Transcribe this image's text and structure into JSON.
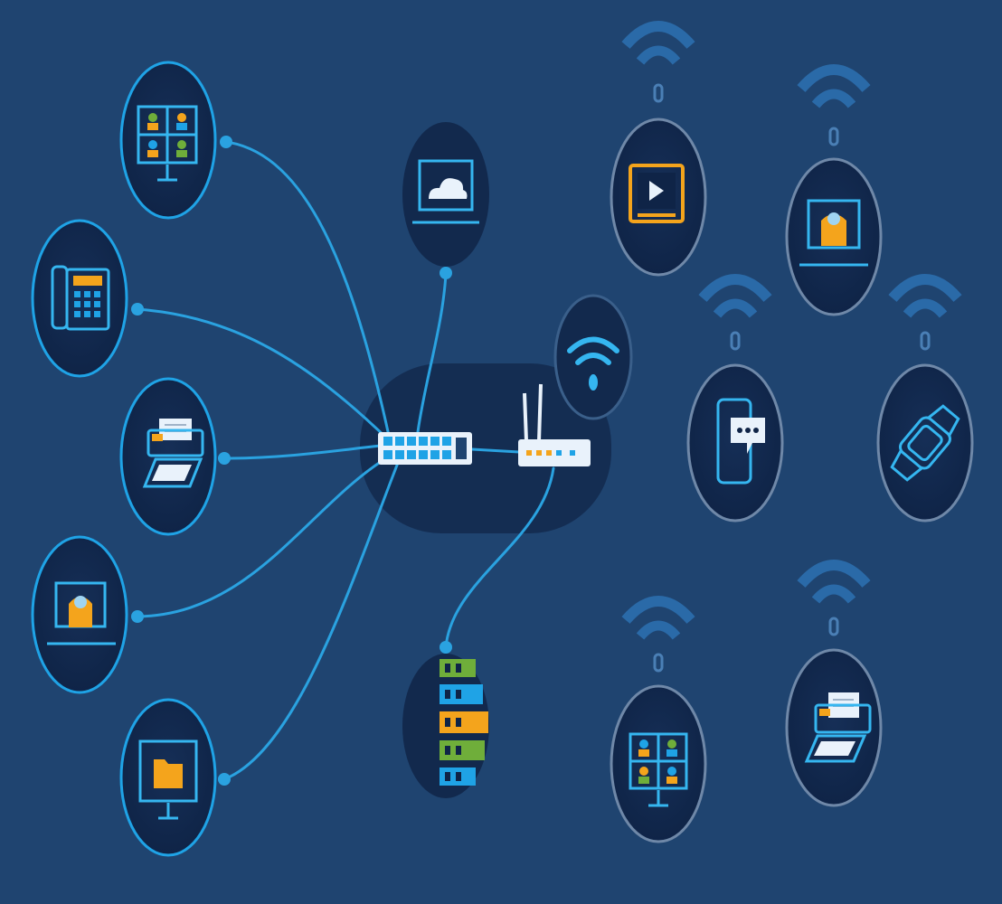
{
  "colors": {
    "background": "#1f4470",
    "node_fill": "#12294d",
    "wired_ring": "#1fa3e6",
    "wireless_ring": "#6f88a8",
    "cable": "#2aa2e0",
    "icon_stroke": "#35b6f0",
    "accent_orange": "#f4a41c",
    "accent_green": "#6fae3a",
    "hub_panel": "#142d52",
    "signal": "#2a6aa8"
  },
  "hub": {
    "devices": [
      {
        "id": "network-switch",
        "icon": "switch-icon"
      },
      {
        "id": "wifi-router",
        "icon": "router-icon"
      }
    ]
  },
  "wired_devices": [
    {
      "id": "video-conference-display",
      "icon": "video-grid-monitor-icon"
    },
    {
      "id": "ip-desk-phone",
      "icon": "desk-phone-icon"
    },
    {
      "id": "network-printer",
      "icon": "printer-icon"
    },
    {
      "id": "laptop-with-user",
      "icon": "laptop-user-icon"
    },
    {
      "id": "file-server-monitor",
      "icon": "folder-monitor-icon"
    },
    {
      "id": "cloud-laptop",
      "icon": "cloud-laptop-icon"
    },
    {
      "id": "server-rack",
      "icon": "server-rack-icon"
    }
  ],
  "access_point": {
    "id": "wifi-access-point",
    "icon": "wifi-icon"
  },
  "wireless_devices": [
    {
      "id": "media-player-tv",
      "icon": "play-screen-icon"
    },
    {
      "id": "wireless-laptop",
      "icon": "laptop-user-icon"
    },
    {
      "id": "smartphone",
      "icon": "phone-chat-icon"
    },
    {
      "id": "smartwatch",
      "icon": "watch-icon"
    },
    {
      "id": "wireless-video-display",
      "icon": "video-grid-monitor-icon"
    },
    {
      "id": "wireless-printer",
      "icon": "printer-icon"
    }
  ],
  "signal_icon": "wifi-signal-icon"
}
